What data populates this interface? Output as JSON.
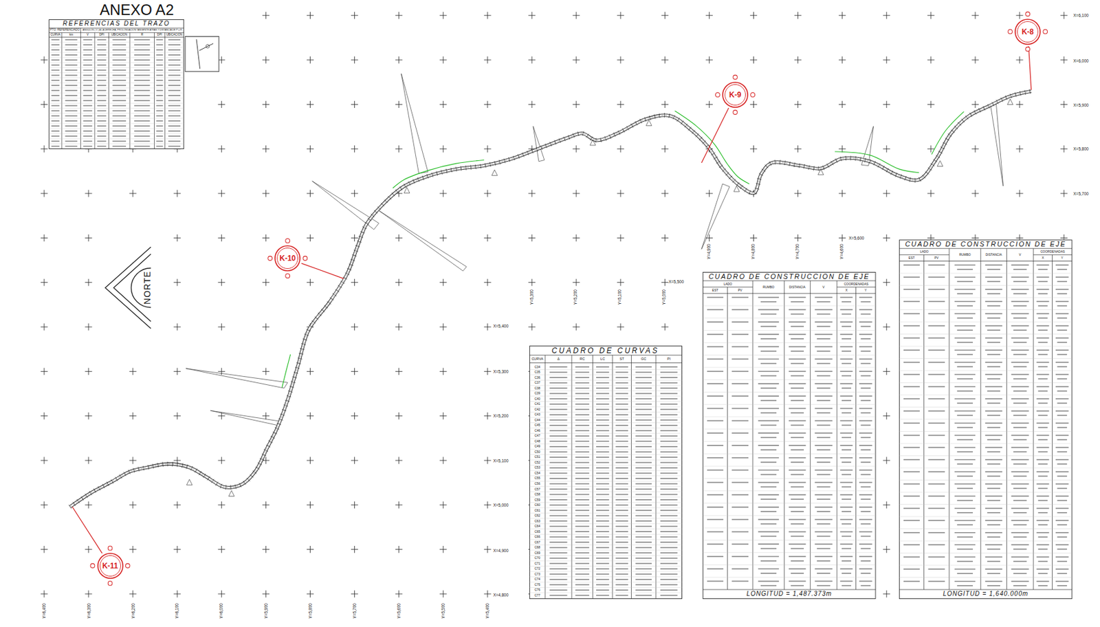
{
  "diagram": {
    "title": "ANEXO A2",
    "nodes": [
      {
        "text": [
          "K-11"
        ]
      },
      {
        "text": [
          "K-10"
        ]
      },
      {
        "text": [
          "K-9"
        ]
      },
      {
        "text": [
          "K-8"
        ]
      }
    ],
    "labels": [
      "REFERENCIAS DEL TRAZO",
      "PTO. REFERENCIADO",
      "ANGULOS ( V ) A LA DERECHA, PROLONGACION TANGENTE ATRAS Y DISTANCIA DE P a R",
      "CURVA",
      "km",
      "V",
      "DPI",
      "UBICACION",
      "R",
      "DPI",
      "UBICACION",
      "NORTE",
      "CUADRO DE CURVAS",
      "CURVA",
      "Δ",
      "RC",
      "LC",
      "ST",
      "GC",
      "PI",
      "C34",
      "C35",
      "C36",
      "C37",
      "C38",
      "C39",
      "C40",
      "C41",
      "C42",
      "C43",
      "C44",
      "C45",
      "C46",
      "C47",
      "C48",
      "C49",
      "C50",
      "C51",
      "C52",
      "C53",
      "C54",
      "C55",
      "C56",
      "C57",
      "C58",
      "C59",
      "C60",
      "C61",
      "C62",
      "C63",
      "C64",
      "C65",
      "C66",
      "C67",
      "C68",
      "C69",
      "C70",
      "C71",
      "C72",
      "C73",
      "C74",
      "C75",
      "C76",
      "C77",
      "CUADRO DE CONSTRUCCION DE EJE",
      "LADO",
      "EST",
      "PV",
      "RUMBO",
      "DISTANCIA",
      "V",
      "COORDENADAS",
      "X",
      "Y",
      "LONGITUD = 1,487.373m",
      "CUADRO DE CONSTRUCCION DE EJE",
      "LADO",
      "EST",
      "PV",
      "RUMBO",
      "DISTANCIA",
      "V",
      "COORDENADAS",
      "X",
      "Y",
      "LONGITUD = 1,640.000m",
      "X=6,100",
      "X=6,000",
      "X=5,900",
      "X=5,800",
      "X=5,700",
      "X=5,600",
      "X=5,500",
      "X=5,400",
      "X=5,300",
      "X=5,200",
      "X=5,100",
      "X=5,000",
      "X=4,900",
      "X=4,800",
      "Y=6,400",
      "Y=6,300",
      "Y=6,200",
      "Y=6,100",
      "Y=6,000",
      "Y=5,900",
      "Y=5,800",
      "Y=5,700",
      "Y=5,600",
      "Y=5,500",
      "Y=5,400",
      "Y=5,300",
      "Y=5,200",
      "Y=5,100",
      "Y=5,000",
      "Y=4,900",
      "Y=4,800",
      "Y=4,700",
      "Y=4,600"
    ]
  }
}
